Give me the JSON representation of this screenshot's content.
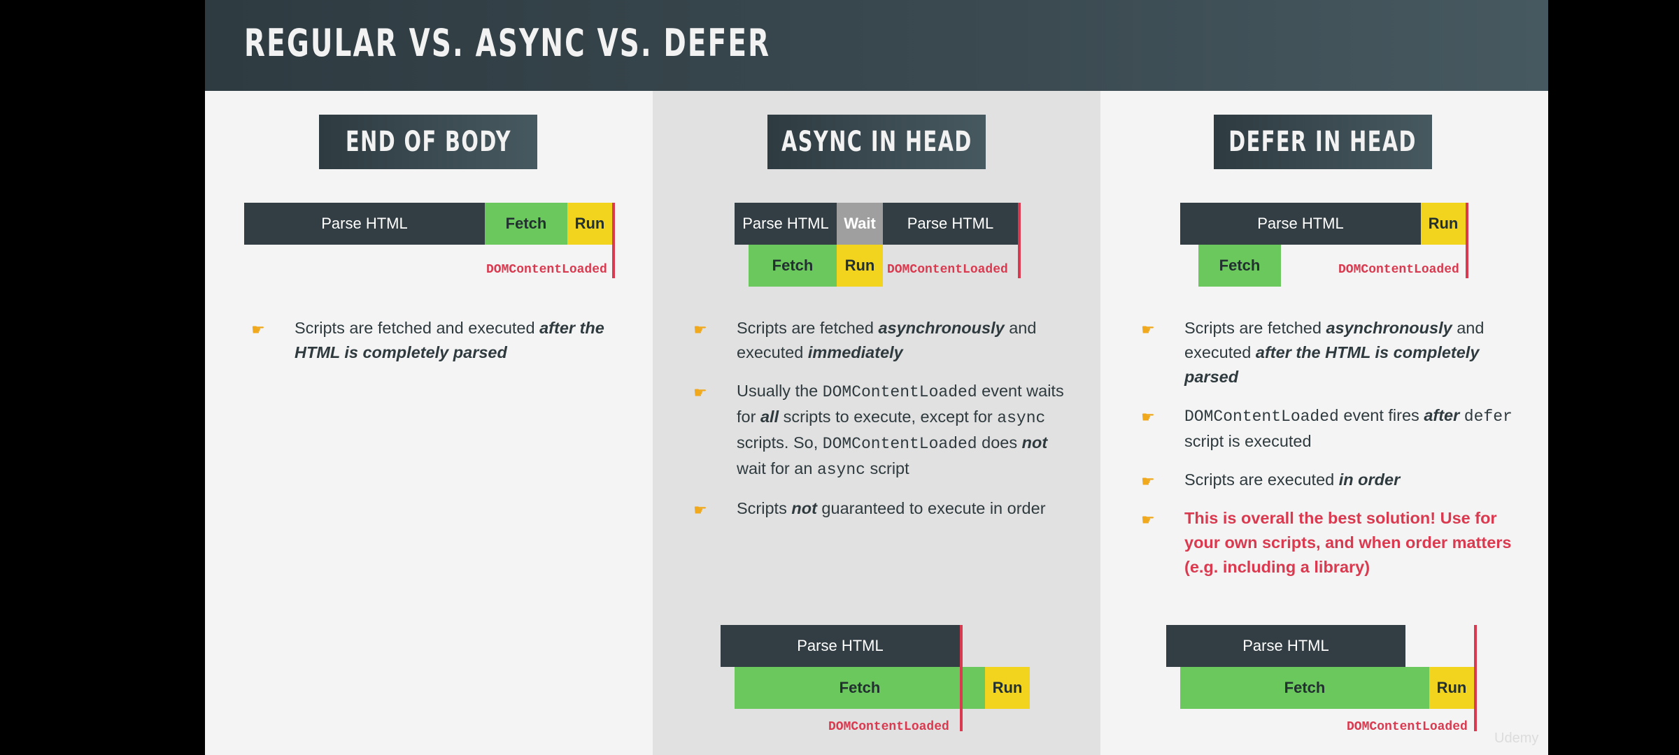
{
  "title": "REGULAR VS. ASYNC VS. DEFER",
  "watermark": "Udemy",
  "labels": {
    "parse_html": "Parse HTML",
    "fetch": "Fetch",
    "run": "Run",
    "wait": "Wait",
    "domcontentloaded": "DOMContentLoaded"
  },
  "columns": [
    {
      "title": "END OF BODY",
      "bullets": [
        [
          {
            "t": "Scripts are fetched and executed "
          },
          {
            "t": "after the HTML is completely parsed",
            "s": "bi"
          }
        ]
      ]
    },
    {
      "title": "ASYNC IN HEAD",
      "bullets": [
        [
          {
            "t": "Scripts are fetched "
          },
          {
            "t": "asynchronously",
            "s": "bi"
          },
          {
            "t": " and executed "
          },
          {
            "t": "immediately",
            "s": "bi"
          }
        ],
        [
          {
            "t": "Usually the "
          },
          {
            "t": "DOMContentLoaded",
            "s": "code"
          },
          {
            "t": " event waits for "
          },
          {
            "t": "all",
            "s": "bi"
          },
          {
            "t": " scripts to execute, except for "
          },
          {
            "t": "async",
            "s": "code"
          },
          {
            "t": " scripts. So, "
          },
          {
            "t": "DOMContentLoaded",
            "s": "code"
          },
          {
            "t": " does "
          },
          {
            "t": "not",
            "s": "bi"
          },
          {
            "t": " wait for an "
          },
          {
            "t": "async",
            "s": "code"
          },
          {
            "t": " script"
          }
        ],
        [
          {
            "t": "Scripts "
          },
          {
            "t": "not",
            "s": "bi"
          },
          {
            "t": " guaranteed to execute in order"
          }
        ]
      ]
    },
    {
      "title": "DEFER IN HEAD",
      "bullets": [
        [
          {
            "t": "Scripts are fetched "
          },
          {
            "t": "asynchronously",
            "s": "bi"
          },
          {
            "t": " and executed "
          },
          {
            "t": "after the HTML is completely parsed",
            "s": "bi"
          }
        ],
        [
          {
            "t": "DOMContentLoaded",
            "s": "code"
          },
          {
            "t": " event fires "
          },
          {
            "t": "after",
            "s": "bi"
          },
          {
            "t": " "
          },
          {
            "t": "defer",
            "s": "code"
          },
          {
            "t": " script is executed"
          }
        ],
        [
          {
            "t": "Scripts are executed "
          },
          {
            "t": "in order",
            "s": "bi"
          }
        ],
        [
          {
            "t": "This is overall the best solution! Use for your own scripts, and when order matters (e.g. including a library)",
            "s": "red"
          }
        ]
      ]
    }
  ]
}
